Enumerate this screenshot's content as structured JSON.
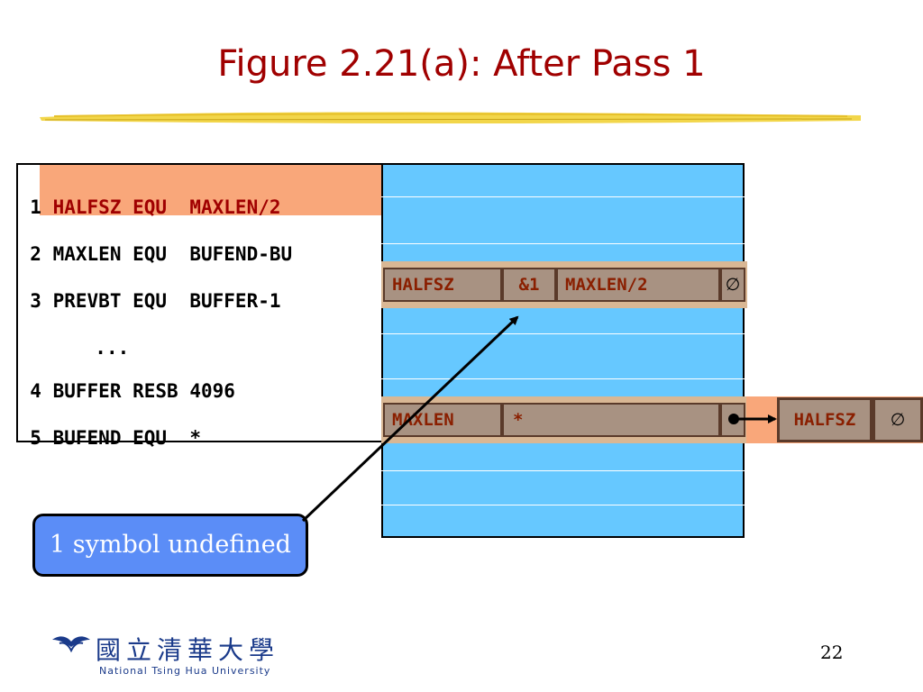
{
  "title": "Figure 2.21(a): After Pass 1",
  "source_lines": [
    {
      "num": "1",
      "label": "HALFSZ",
      "op": "EQU",
      "operand": "MAXLEN/2"
    },
    {
      "num": "2",
      "label": "MAXLEN",
      "op": "EQU",
      "operand": "BUFEND-BU"
    },
    {
      "num": "3",
      "label": "PREVBT",
      "op": "EQU",
      "operand": "BUFFER-1"
    },
    {
      "num": "",
      "label": "...",
      "op": "",
      "operand": ""
    },
    {
      "num": "4",
      "label": "BUFFER",
      "op": "RESB",
      "operand": "4096"
    },
    {
      "num": "5",
      "label": "BUFEND",
      "op": "EQU",
      "operand": "*"
    }
  ],
  "symtab": {
    "halfsz_entry": {
      "name": "HALFSZ",
      "count": "&1",
      "expr": "MAXLEN/2",
      "link": "∅"
    },
    "maxlen_entry": {
      "name": "MAXLEN",
      "value": "*"
    }
  },
  "dependency_list": {
    "symbol": "HALFSZ",
    "link": "∅"
  },
  "callout": "1 symbol undefined",
  "logo": {
    "chinese": "國立清華大學",
    "english": "National Tsing Hua University"
  },
  "page_number": "22",
  "colors": {
    "title": "#a00000",
    "table": "#66c8ff",
    "highlight": "#f9a77a",
    "entry": "#a89282",
    "callout": "#5b8df7"
  }
}
